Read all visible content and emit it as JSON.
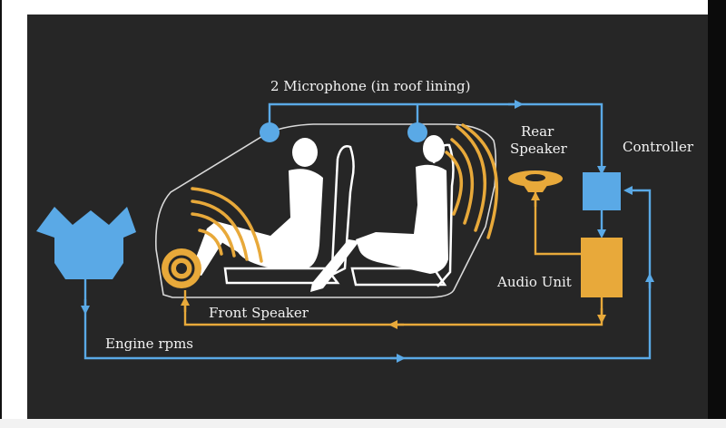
{
  "diagram": {
    "labels": {
      "microphone": "2 Microphone (in roof lining)",
      "rear_speaker_line1": "Rear",
      "rear_speaker_line2": "Speaker",
      "controller": "Controller",
      "audio_unit": "Audio Unit",
      "front_speaker": "Front Speaker",
      "engine_rpms": "Engine rpms"
    },
    "colors": {
      "background": "#262626",
      "blue": "#5aa9e6",
      "orange": "#e8a93a",
      "white": "#ffffff",
      "outline": "#d9d9d9"
    },
    "icons": [
      "engine-icon",
      "microphone-icon",
      "rear-speaker-icon",
      "front-speaker-icon",
      "controller-box",
      "audio-unit-box",
      "driver-silhouette",
      "passenger-silhouette"
    ]
  }
}
